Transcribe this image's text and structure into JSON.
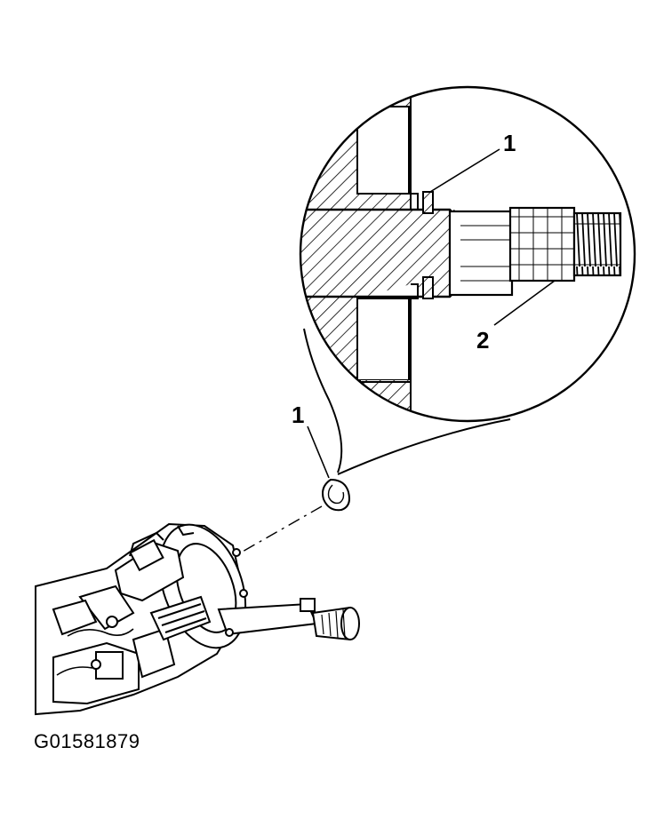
{
  "figure": {
    "id_label": "G01581879",
    "callouts": {
      "detail_retaining_ring": "1",
      "detail_output_shaft": "2",
      "overview_retaining_ring": "1"
    }
  },
  "colors": {
    "line": "#000000",
    "background": "#ffffff"
  }
}
